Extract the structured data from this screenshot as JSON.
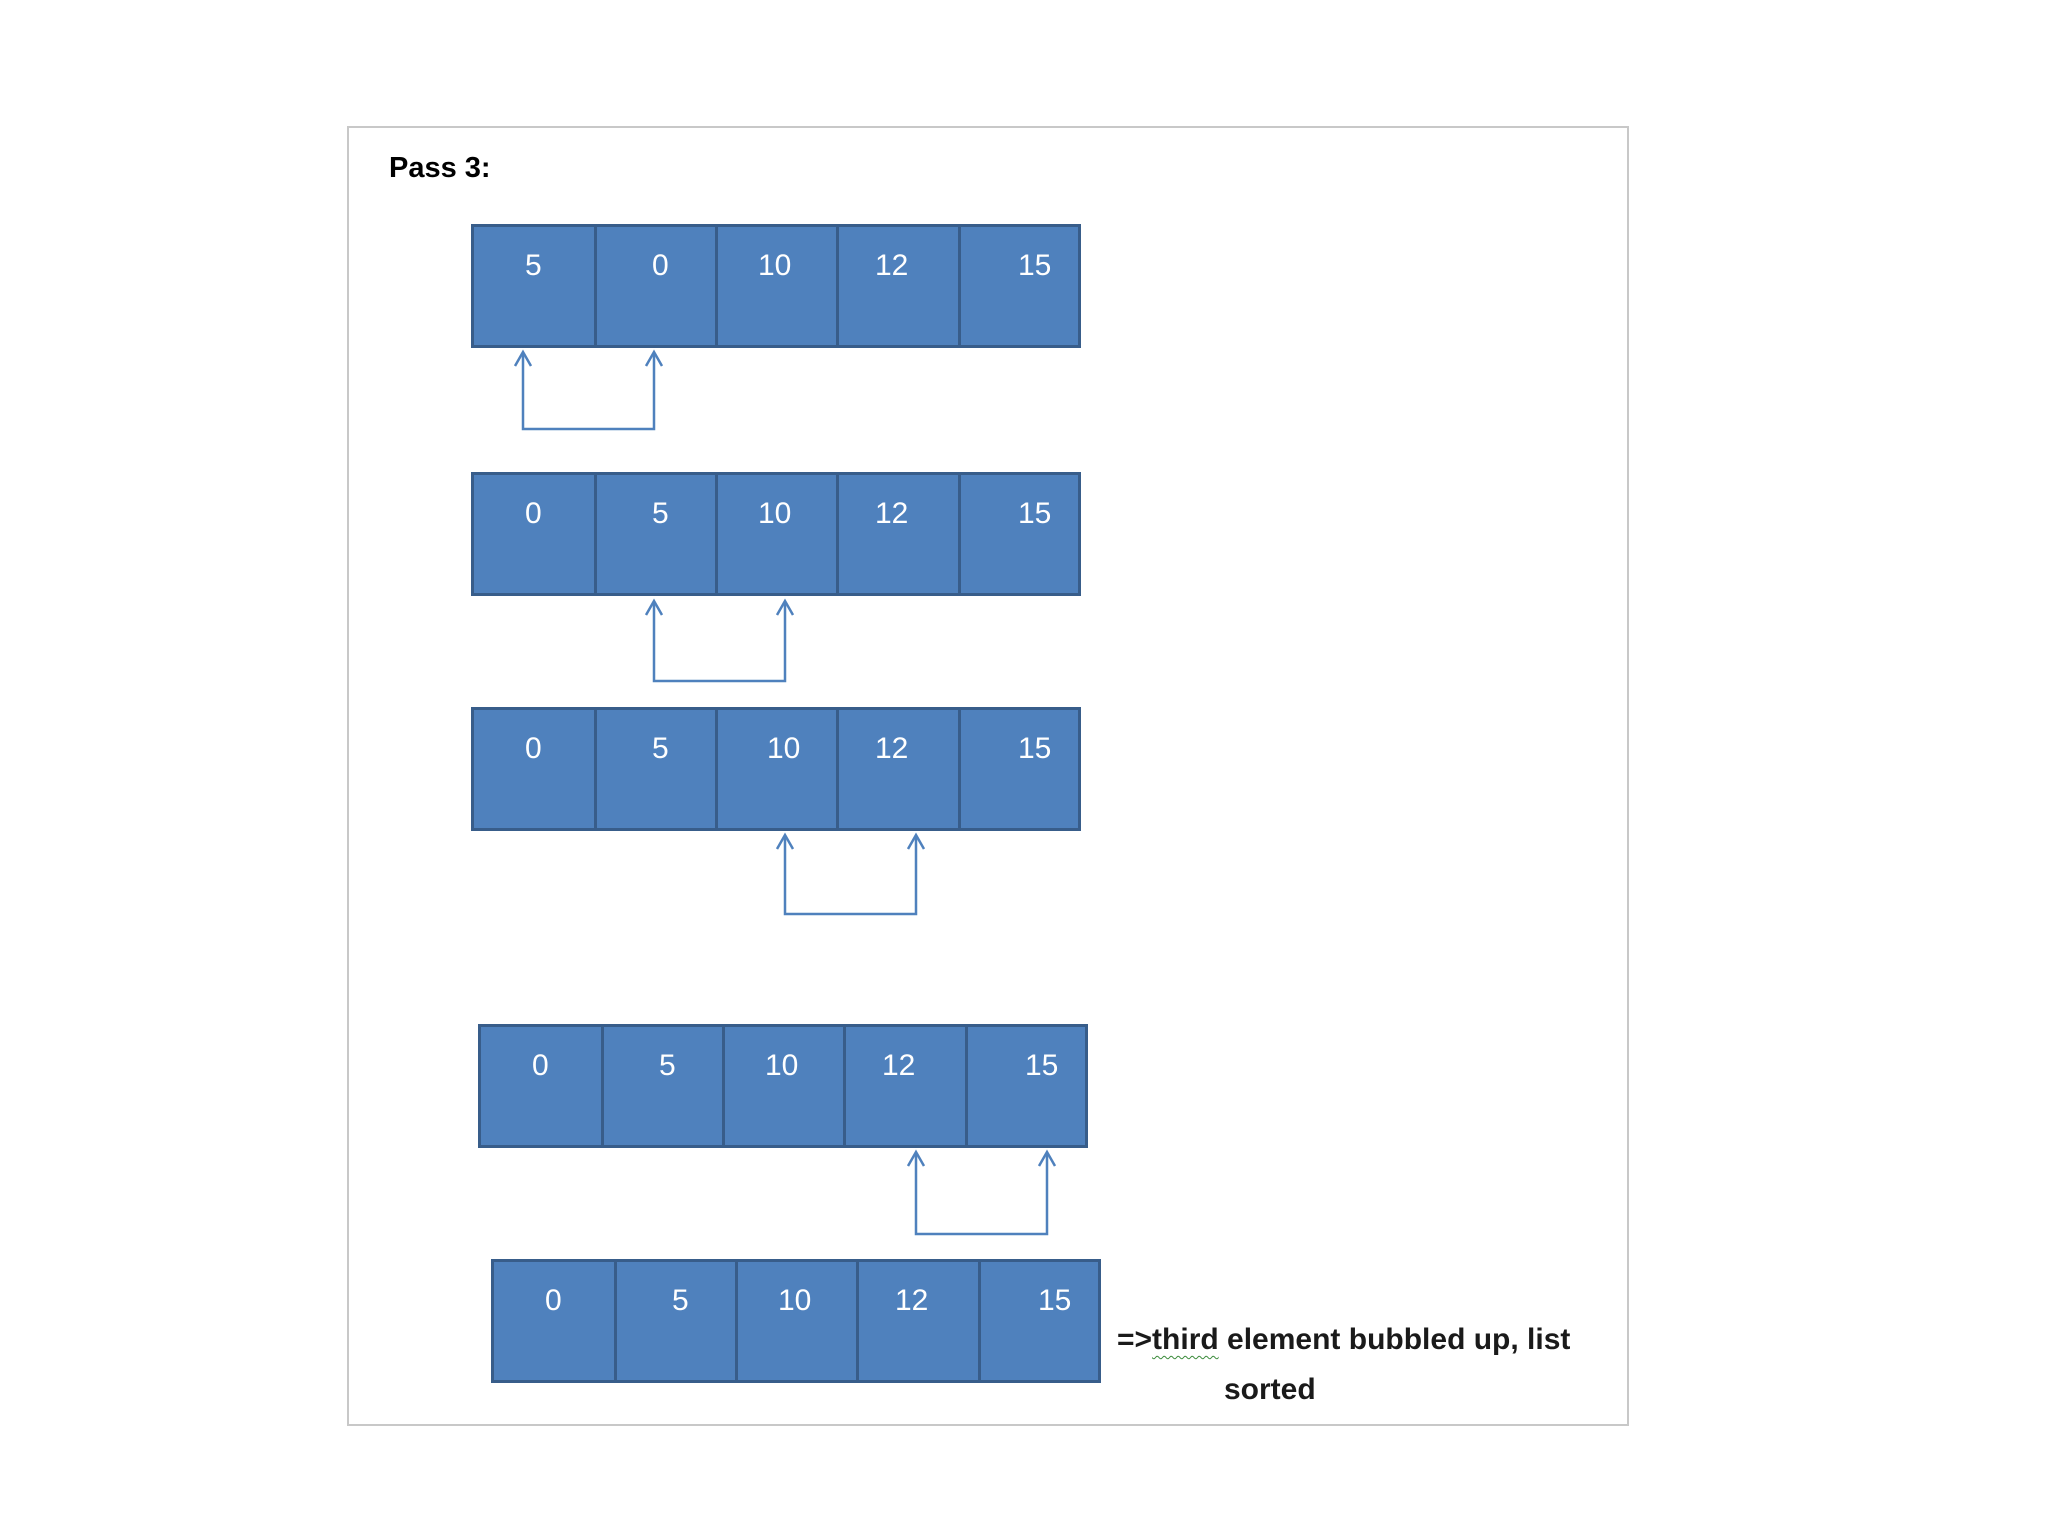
{
  "title": "Pass 3:",
  "colors": {
    "cell_fill": "#4f81bd",
    "cell_border": "#385d8a",
    "connector": "#4f81bd",
    "text_on_cell": "#ffffff"
  },
  "rows": [
    {
      "values": [
        "5",
        "0",
        "10",
        "12",
        "15"
      ],
      "compare": [
        0,
        1
      ]
    },
    {
      "values": [
        "0",
        "5",
        "10",
        "12",
        "15"
      ],
      "compare": [
        1,
        2
      ]
    },
    {
      "values": [
        "0",
        "5",
        "10",
        "12",
        "15"
      ],
      "compare": [
        2,
        3
      ]
    },
    {
      "values": [
        "0",
        "5",
        "10",
        "12",
        "15"
      ],
      "compare": [
        3,
        4
      ]
    },
    {
      "values": [
        "0",
        "5",
        "10",
        "12",
        "15"
      ]
    }
  ],
  "note": {
    "prefix": "=>",
    "squiggled_word": "third",
    "rest": " element bubbled up, list",
    "line2": "sorted"
  }
}
